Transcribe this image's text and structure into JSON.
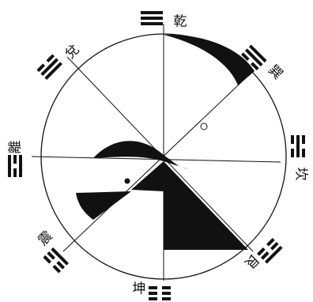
{
  "diagram": {
    "trigrams": [
      {
        "name": "qian",
        "char": "乾",
        "lines": [
          1,
          1,
          1
        ]
      },
      {
        "name": "xun",
        "char": "巽",
        "lines": [
          1,
          1,
          0
        ]
      },
      {
        "name": "kan",
        "char": "坎",
        "lines": [
          0,
          1,
          0
        ]
      },
      {
        "name": "gen",
        "char": "艮",
        "lines": [
          1,
          0,
          0
        ]
      },
      {
        "name": "kun",
        "char": "坤",
        "lines": [
          0,
          0,
          0
        ]
      },
      {
        "name": "zhen",
        "char": "震",
        "lines": [
          0,
          0,
          1
        ]
      },
      {
        "name": "li",
        "char": "離",
        "lines": [
          1,
          0,
          1
        ]
      },
      {
        "name": "dui",
        "char": "兌",
        "lines": [
          0,
          1,
          1
        ]
      }
    ]
  }
}
